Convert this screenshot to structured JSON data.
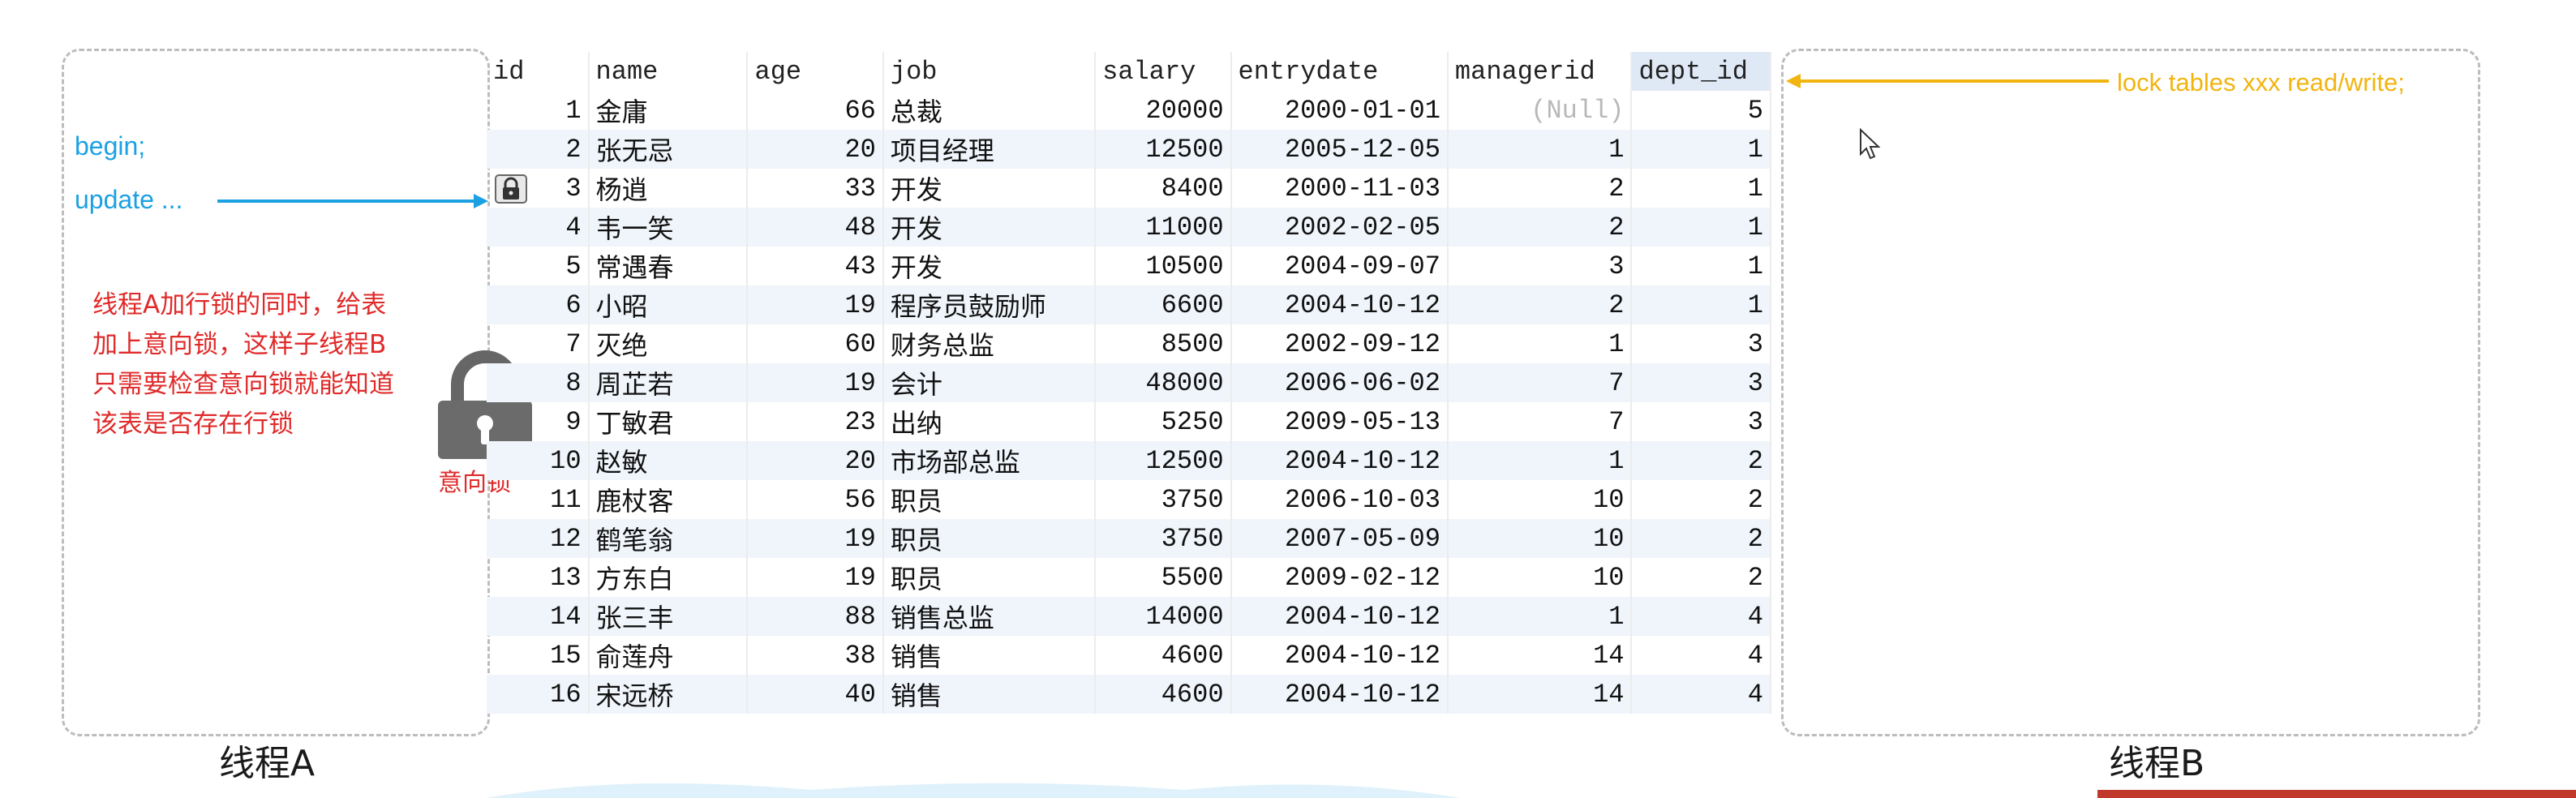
{
  "threadA": {
    "caption": "线程A",
    "begin_text": "begin;",
    "update_text": "update ...",
    "note_lines": [
      "线程A加行锁的同时，给表",
      "加上意向锁，这样子线程B",
      "只需要检查意向锁就能知道",
      "该表是否存在行锁"
    ],
    "intent_lock_label": "意向锁"
  },
  "threadB": {
    "caption": "线程B",
    "command_text": "lock tables xxx read/write;"
  },
  "colors": {
    "blue": "#1ba1e2",
    "yellow": "#f2b410",
    "red": "#e02a2a"
  },
  "table": {
    "columns": [
      "id",
      "name",
      "age",
      "job",
      "salary",
      "entrydate",
      "managerid",
      "dept_id"
    ],
    "selected_column": "dept_id",
    "rows": [
      [
        "1",
        "金庸",
        "66",
        "总裁",
        "20000",
        "2000-01-01",
        "(Null)",
        "5"
      ],
      [
        "2",
        "张无忌",
        "20",
        "项目经理",
        "12500",
        "2005-12-05",
        "1",
        "1"
      ],
      [
        "3",
        "杨逍",
        "33",
        "开发",
        "8400",
        "2000-11-03",
        "2",
        "1"
      ],
      [
        "4",
        "韦一笑",
        "48",
        "开发",
        "11000",
        "2002-02-05",
        "2",
        "1"
      ],
      [
        "5",
        "常遇春",
        "43",
        "开发",
        "10500",
        "2004-09-07",
        "3",
        "1"
      ],
      [
        "6",
        "小昭",
        "19",
        "程序员鼓励师",
        "6600",
        "2004-10-12",
        "2",
        "1"
      ],
      [
        "7",
        "灭绝",
        "60",
        "财务总监",
        "8500",
        "2002-09-12",
        "1",
        "3"
      ],
      [
        "8",
        "周芷若",
        "19",
        "会计",
        "48000",
        "2006-06-02",
        "7",
        "3"
      ],
      [
        "9",
        "丁敏君",
        "23",
        "出纳",
        "5250",
        "2009-05-13",
        "7",
        "3"
      ],
      [
        "10",
        "赵敏",
        "20",
        "市场部总监",
        "12500",
        "2004-10-12",
        "1",
        "2"
      ],
      [
        "11",
        "鹿杖客",
        "56",
        "职员",
        "3750",
        "2006-10-03",
        "10",
        "2"
      ],
      [
        "12",
        "鹤笔翁",
        "19",
        "职员",
        "3750",
        "2007-05-09",
        "10",
        "2"
      ],
      [
        "13",
        "方东白",
        "19",
        "职员",
        "5500",
        "2009-02-12",
        "10",
        "2"
      ],
      [
        "14",
        "张三丰",
        "88",
        "销售总监",
        "14000",
        "2004-10-12",
        "1",
        "4"
      ],
      [
        "15",
        "俞莲舟",
        "38",
        "销售",
        "4600",
        "2004-10-12",
        "14",
        "4"
      ],
      [
        "16",
        "宋远桥",
        "40",
        "销售",
        "4600",
        "2004-10-12",
        "14",
        "4"
      ]
    ],
    "locked_row_id": "3",
    "icons": {
      "row_lock": "lock-icon",
      "table_lock": "padlock-icon"
    }
  }
}
